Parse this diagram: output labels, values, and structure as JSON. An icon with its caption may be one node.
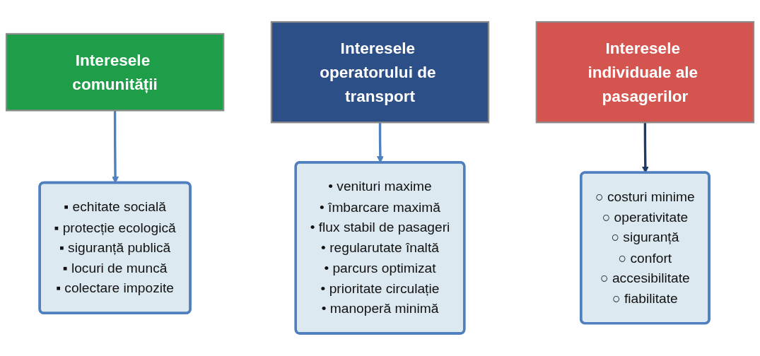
{
  "diagram": {
    "nodes": [
      {
        "text": [
          "Interesele comunității"
        ]
      },
      {
        "text": [
          "▪ echitate socială",
          "▪ protecție ecologică",
          "▪ siguranță publică",
          "▪ locuri de muncă",
          "▪ colectare impozite"
        ]
      },
      {
        "text": [
          "Interesele operatorului de transport"
        ]
      },
      {
        "text": [
          "• venituri maxime",
          "• îmbarcare maximă",
          "• flux stabil de pasageri",
          "• regularutate înaltă",
          "• parcurs optimizat",
          "• prioritate circulație",
          "• manoperă minimă"
        ]
      },
      {
        "text": [
          "Interesele individuale ale pasagerilor"
        ]
      },
      {
        "text": [
          "○ costuri minime",
          "○ operativitate",
          "○ siguranță",
          "○ confort",
          "○ accesibilitate",
          "○ fiabilitate"
        ]
      }
    ],
    "edges": [
      {
        "from": 0,
        "to": 1,
        "arrow": "to"
      },
      {
        "from": 2,
        "to": 3,
        "arrow": "to"
      },
      {
        "from": 4,
        "to": 5,
        "arrow": "to",
        "color": "#1f3a66"
      }
    ]
  }
}
